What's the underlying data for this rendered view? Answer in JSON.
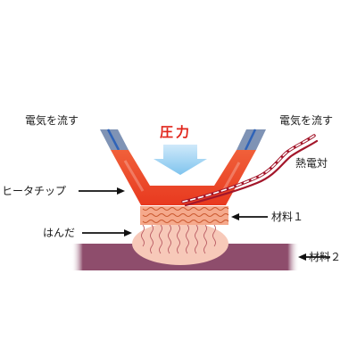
{
  "labels": {
    "current_left": "電気を流す",
    "current_right": "電気を流す",
    "pressure": "圧力",
    "thermocouple": "熱電対",
    "heater_chip": "ヒータチップ",
    "material1": "材料１",
    "solder": "はんだ",
    "material2": "材料２"
  },
  "colors": {
    "heater": "#e8391f",
    "electrode": "#7f93b5",
    "electrode_stripe": "#2f63b8",
    "material1": "#f5a98c",
    "material2": "#8e4d6c",
    "solder": "#f7c9b9",
    "pressure_arrow": "#7fc4ee",
    "pressure_text": "#e1251b",
    "label_arrow": "#111111"
  }
}
